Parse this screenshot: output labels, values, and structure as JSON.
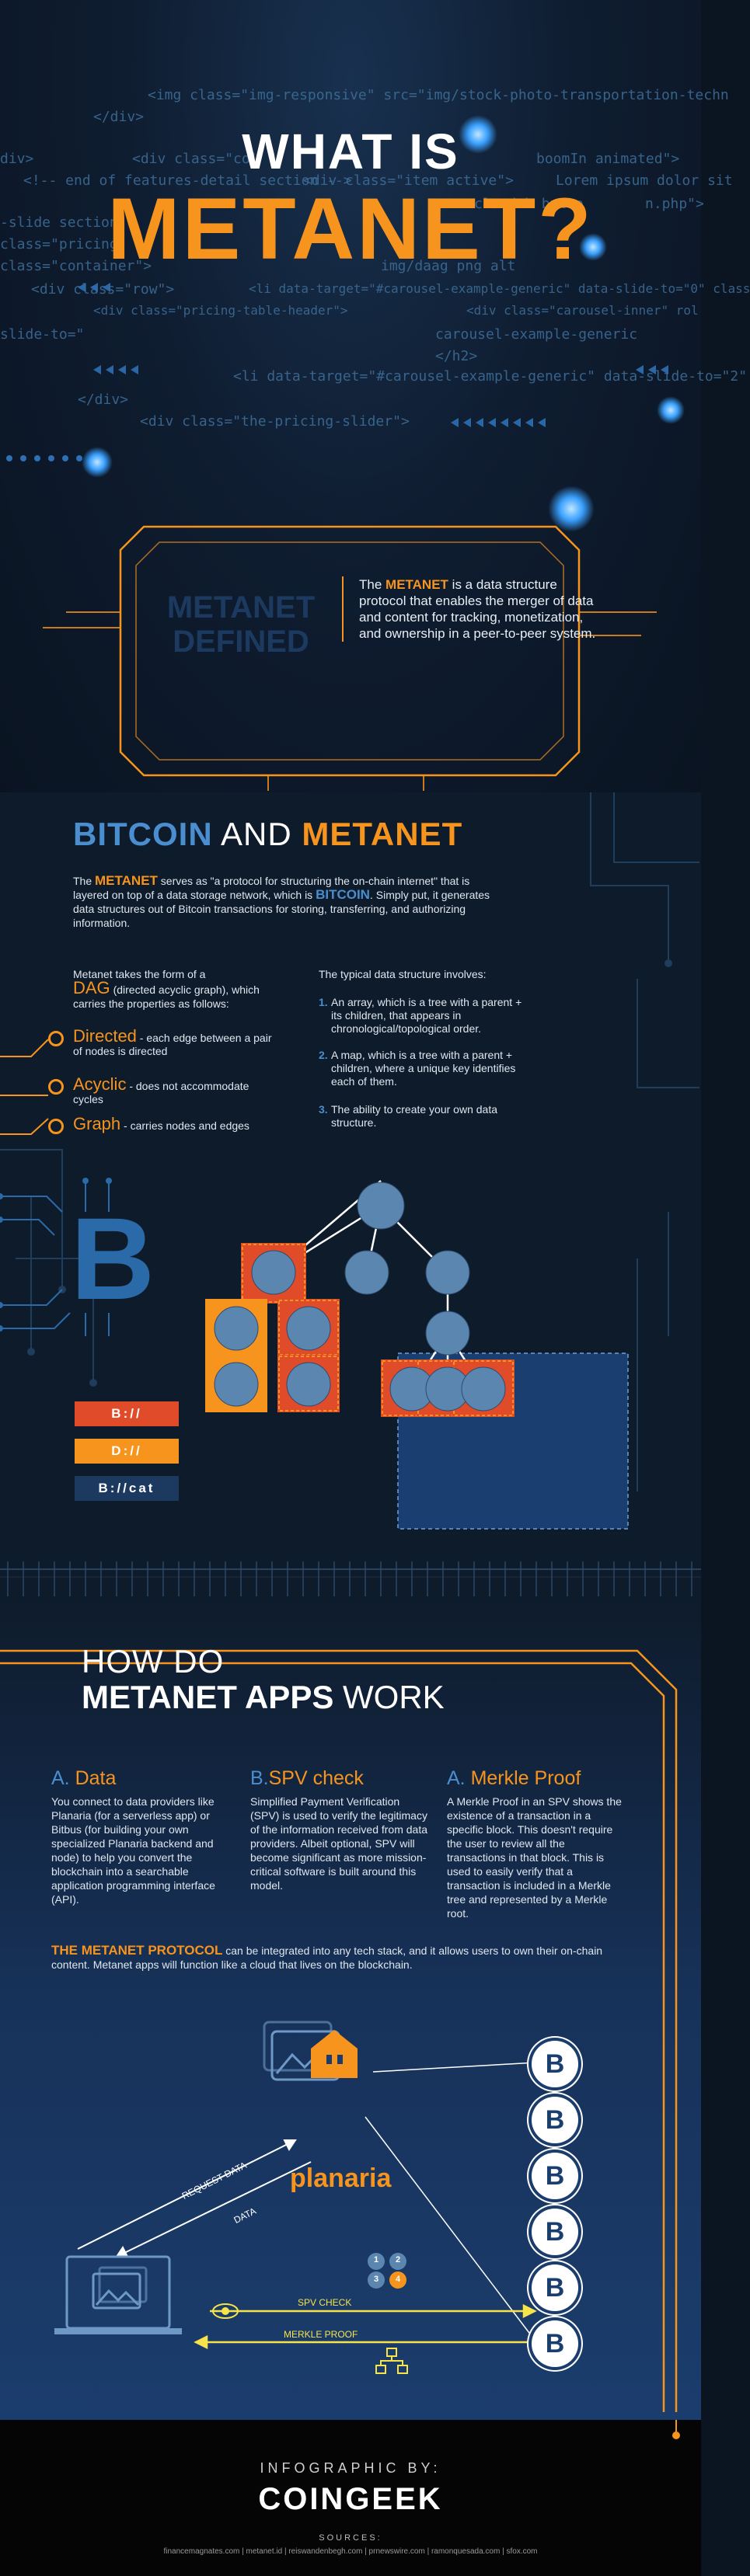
{
  "hero": {
    "title_line1": "WHAT IS",
    "title_line2": "METANET?",
    "code_lines": [
      "<img class=\"img-responsive\" src=\"img/stock-photo-transportation-techn",
      "</div>",
      "div>",
      "<div class=\"col",
      "boomIn animated\">",
      "<!-- end of features-detail section -->",
      "<div class=\"item active\">",
      "Lorem ipsum dolor sit",
      "-slide section",
      "class=\"pricing-",
      "cloud h butto",
      "n.php\">",
      "class=\"container\">",
      "img/daag png alt",
      "<div class=\"row\">",
      "<li data-target=\"#carousel-example-generic\" data-slide-to=\"0\" class",
      "<div class=\"pricing-table-header\">",
      "<div class=\"carousel-inner\" rol",
      "slide-to=\"",
      "carousel-example-generic",
      "</h2>",
      "<li data-target=\"#carousel-example-generic\" data-slide-to=\"2\"",
      "</div>",
      "<div class=\"the-pricing-slider\">"
    ]
  },
  "defined": {
    "heading_line1": "METANET",
    "heading_line2": "DEFINED",
    "text_pre": "The ",
    "text_brand": "METANET",
    "text_post": " is a data structure protocol that enables the merger of data and content for tracking, monetization, and ownership in a peer-to-peer system."
  },
  "bitcoin_section": {
    "heading_part1": "BITCOIN",
    "heading_and": " AND ",
    "heading_part2": "METANET",
    "intro_pre": "The ",
    "intro_brand": "METANET",
    "intro_mid": " serves as \"a protocol for structuring the on-chain internet\" that is layered on top of a data storage network, which is ",
    "intro_brand2": "BITCOIN",
    "intro_post": ". Simply put, it generates data structures out of Bitcoin transactions for storing, transferring, and authorizing information.",
    "dag_intro_pre": "Metanet takes the form of a ",
    "dag_intro_big": "DAG",
    "dag_intro_post": " (directed acyclic graph), which carries the properties as follows:",
    "properties": [
      {
        "name": "Directed",
        "desc": " - each edge between a pair of nodes is directed"
      },
      {
        "name": "Acyclic",
        "desc": " - does not accommodate cycles"
      },
      {
        "name": "Graph",
        "desc": " - carries nodes and edges"
      }
    ],
    "structure_intro": "The typical data structure involves:",
    "structure_items": [
      {
        "num": "1.",
        "text": "An array, which is a tree with a parent + its children, that appears in chronological/topological order."
      },
      {
        "num": "2.",
        "text": "A map, which is a tree with a parent + children, where a unique key identifies each of them."
      },
      {
        "num": "3.",
        "text": "The ability to create your own data structure."
      }
    ],
    "tags": [
      "B://",
      "D://",
      "B://cat"
    ],
    "bitcoin_symbol": "B"
  },
  "apps": {
    "heading_line1": "HOW DO",
    "heading_line2_bold": "METANET APPS",
    "heading_line2_light": " WORK",
    "columns": [
      {
        "letter": "A.",
        "title": "Data",
        "text": "You connect to data providers like Planaria (for a serverless app) or Bitbus (for building your own specialized Planaria backend and node) to help you convert the blockchain into a searchable application programming interface (API)."
      },
      {
        "letter": "B.",
        "title": "SPV check",
        "text": "Simplified Payment Verification (SPV) is used to verify the legitimacy of the information received from data providers. Albeit optional, SPV will become significant as more mission-critical software is built around this model."
      },
      {
        "letter": "A.",
        "title": "Merkle Proof",
        "text": "A Merkle Proof in an SPV shows the existence of a transaction in a specific block. This doesn't require the user to review all the transactions in that block. This is used to easily verify that a transaction is included in a Merkle tree and represented by a Merkle root."
      }
    ],
    "protocol_brand": "THE METANET PROTOCOL",
    "protocol_text": " can be integrated into any tech stack, and it allows users to own their on-chain content. Metanet apps will function like a cloud that lives on the blockchain.",
    "diagram": {
      "planaria_label": "planaria",
      "request_label": "REQUEST DATA",
      "data_label": "DATA",
      "spv_label": "SPV CHECK",
      "merkle_label": "MERKLE PROOF",
      "steps": [
        "1",
        "2",
        "3",
        "4"
      ],
      "btc_symbol": "B"
    }
  },
  "footer": {
    "infographic_by": "INFOGRAPHIC BY:",
    "brand": "COINGEEK",
    "sources_label": "SOURCES:",
    "sources": "financemagnates.com | metanet.id | reiswandenbegh.com | prnewswire.com | ramonquesada.com | sfox.com"
  },
  "colors": {
    "orange": "#f7941d",
    "blue": "#4a8ed0",
    "node_blue": "#5b86b0",
    "red": "#e04b2a"
  }
}
